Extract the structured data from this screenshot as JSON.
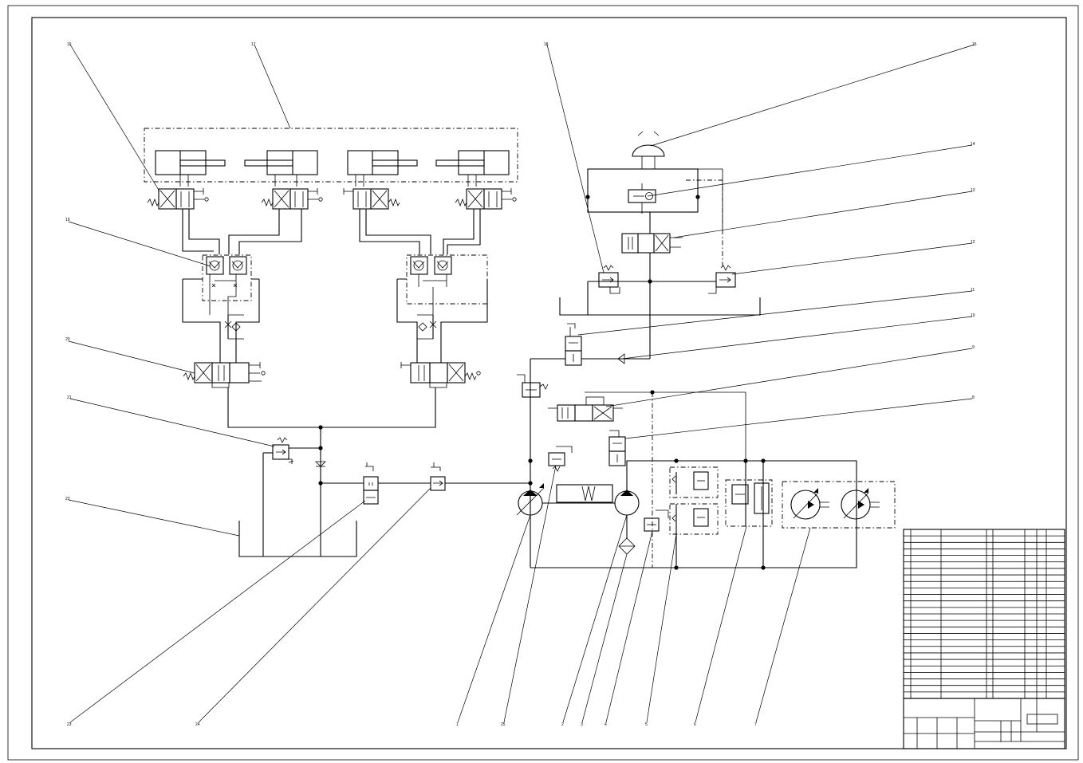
{
  "callouts": {
    "c1": "1",
    "c2": "2",
    "c3": "3",
    "c4": "4",
    "c5": "5",
    "c6": "6",
    "c7": "7",
    "c8": "8",
    "c9": "9",
    "c10": "10",
    "c11": "11",
    "c12": "12",
    "c13": "13",
    "c14": "14",
    "c15": "15",
    "c16": "16",
    "c17": "17",
    "c18": "18",
    "c19": "19",
    "c20": "20",
    "c21": "21",
    "c22": "22",
    "c23": "23",
    "c24": "24",
    "c25": "25"
  },
  "colors": {
    "line": "#000000",
    "background": "#ffffff"
  }
}
